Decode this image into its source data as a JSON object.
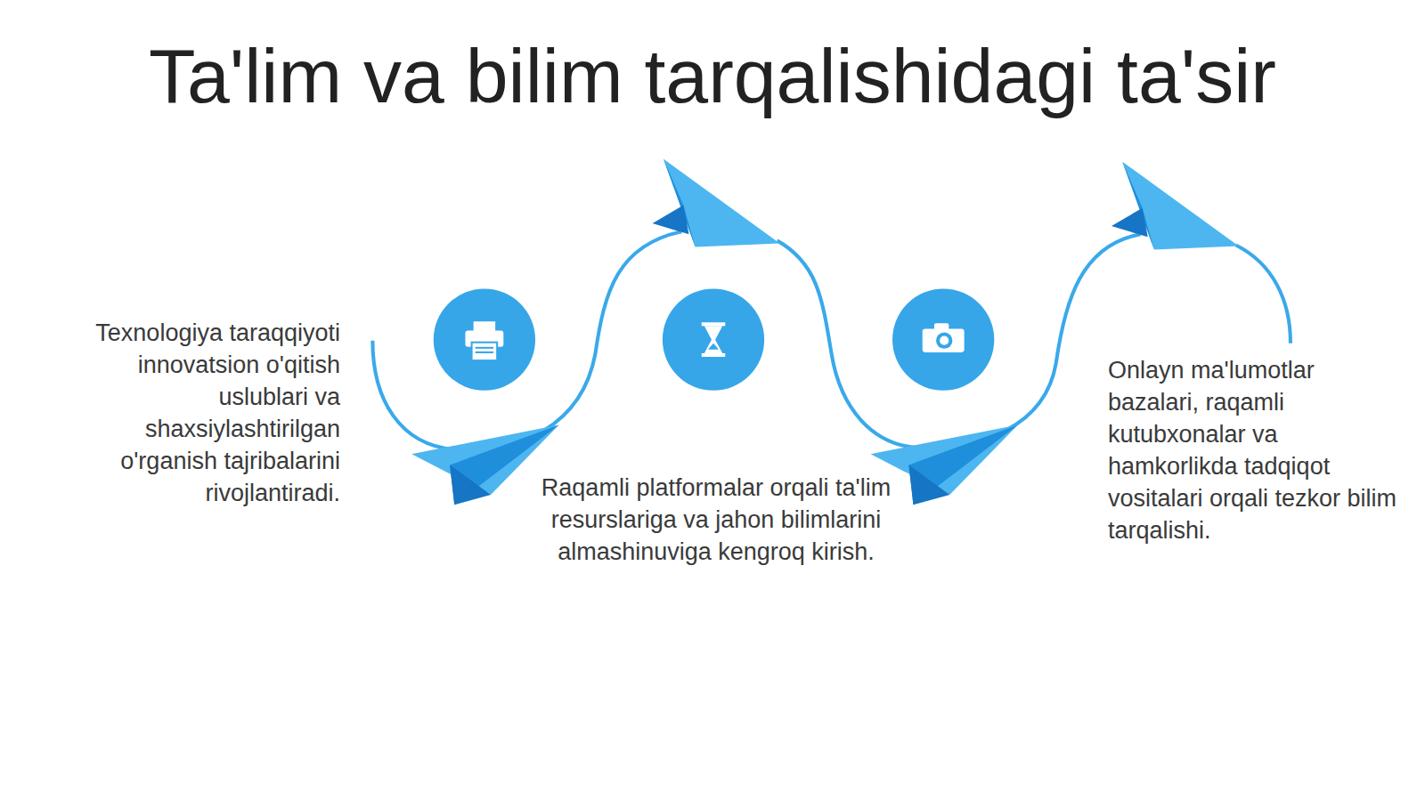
{
  "diagram": {
    "title": "Ta'lim va bilim tarqalishidagi ta'sir",
    "labels": [
      "Texnologiya taraqqiyoti innovatsion o'qitish uslublari va shaxsiylashtirilgan o'rganish tajribalarini rivojlantiradi.",
      "Raqamli platformalar orqali ta'lim resurslariga va jahon bilimlarini almashinuviga kengroq kirish.",
      "Onlayn ma'lumotlar bazalari, raqamli kutubxonalar va hamkorlikda tadqiqot vositalari orqali tezkor bilim tarqalishi."
    ]
  }
}
